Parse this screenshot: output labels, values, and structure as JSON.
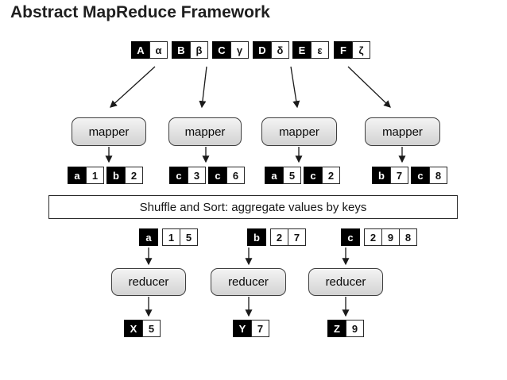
{
  "title": "Abstract MapReduce Framework",
  "colors": {
    "key_cell_bg": "#000000",
    "key_cell_text": "#ffffff",
    "node_fill": "#e0e0e0",
    "node_border": "#3f3f3f",
    "arrow": "#1a1a1a",
    "background": "#ffffff"
  },
  "diagram": {
    "inputs": [
      {
        "key": "A",
        "value": "α"
      },
      {
        "key": "B",
        "value": "β"
      },
      {
        "key": "C",
        "value": "γ"
      },
      {
        "key": "D",
        "value": "δ"
      },
      {
        "key": "E",
        "value": "ε"
      },
      {
        "key": "F",
        "value": "ζ"
      }
    ],
    "mappers": [
      {
        "label": "mapper"
      },
      {
        "label": "mapper"
      },
      {
        "label": "mapper"
      },
      {
        "label": "mapper"
      }
    ],
    "mapper_outputs": [
      {
        "pairs": [
          {
            "key": "a",
            "value": "1"
          },
          {
            "key": "b",
            "value": "2"
          }
        ]
      },
      {
        "pairs": [
          {
            "key": "c",
            "value": "3"
          },
          {
            "key": "c",
            "value": "6"
          }
        ]
      },
      {
        "pairs": [
          {
            "key": "a",
            "value": "5"
          },
          {
            "key": "c",
            "value": "2"
          }
        ]
      },
      {
        "pairs": [
          {
            "key": "b",
            "value": "7"
          },
          {
            "key": "c",
            "value": "8"
          }
        ]
      }
    ],
    "shuffle_label": "Shuffle and Sort: aggregate values by keys",
    "grouped": [
      {
        "key": "a",
        "values": [
          "1",
          "5"
        ]
      },
      {
        "key": "b",
        "values": [
          "2",
          "7"
        ]
      },
      {
        "key": "c",
        "values": [
          "2",
          "9",
          "8"
        ]
      }
    ],
    "reducers": [
      {
        "label": "reducer"
      },
      {
        "label": "reducer"
      },
      {
        "label": "reducer"
      }
    ],
    "outputs": [
      {
        "key": "X",
        "value": "5"
      },
      {
        "key": "Y",
        "value": "7"
      },
      {
        "key": "Z",
        "value": "9"
      }
    ]
  }
}
